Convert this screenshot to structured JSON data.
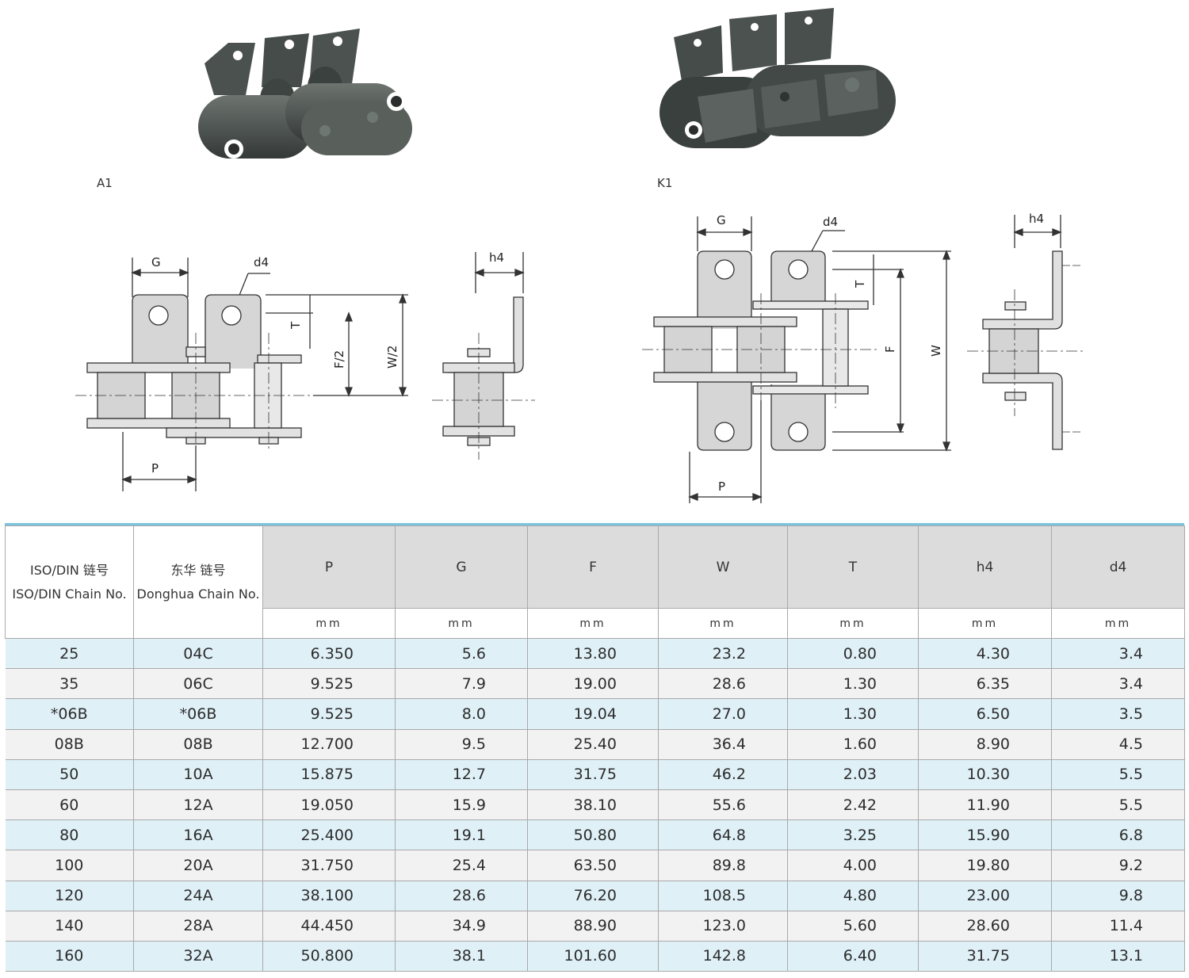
{
  "figures": {
    "a1_label": "A1",
    "k1_label": "K1",
    "a1_front_dims": {
      "g": "G",
      "d4": "d4",
      "t": "T",
      "f_half": "F/2",
      "w_half": "W/2",
      "p": "P"
    },
    "a1_side_dims": {
      "h4": "h4"
    },
    "k1_front_dims": {
      "g": "G",
      "d4": "d4",
      "t": "T",
      "f": "F",
      "w": "W",
      "p": "P"
    },
    "k1_side_dims": {
      "h4": "h4"
    }
  },
  "table": {
    "header": {
      "iso_zh": "ISO/DIN 链号",
      "iso_en": "ISO/DIN Chain No.",
      "dh_zh": "东华 链号",
      "dh_en": "Donghua Chain No.",
      "params": [
        "P",
        "G",
        "F",
        "W",
        "T",
        "h4",
        "d4"
      ],
      "unit": "mm"
    },
    "rows": [
      [
        "25",
        "04C",
        "6.350",
        "5.6",
        "13.80",
        "23.2",
        "0.80",
        "4.30",
        "3.4"
      ],
      [
        "35",
        "06C",
        "9.525",
        "7.9",
        "19.00",
        "28.6",
        "1.30",
        "6.35",
        "3.4"
      ],
      [
        "*06B",
        "*06B",
        "9.525",
        "8.0",
        "19.04",
        "27.0",
        "1.30",
        "6.50",
        "3.5"
      ],
      [
        "08B",
        "08B",
        "12.700",
        "9.5",
        "25.40",
        "36.4",
        "1.60",
        "8.90",
        "4.5"
      ],
      [
        "50",
        "10A",
        "15.875",
        "12.7",
        "31.75",
        "46.2",
        "2.03",
        "10.30",
        "5.5"
      ],
      [
        "60",
        "12A",
        "19.050",
        "15.9",
        "38.10",
        "55.6",
        "2.42",
        "11.90",
        "5.5"
      ],
      [
        "80",
        "16A",
        "25.400",
        "19.1",
        "50.80",
        "64.8",
        "3.25",
        "15.90",
        "6.8"
      ],
      [
        "100",
        "20A",
        "31.750",
        "25.4",
        "63.50",
        "89.8",
        "4.00",
        "19.80",
        "9.2"
      ],
      [
        "120",
        "24A",
        "38.100",
        "28.6",
        "76.20",
        "108.5",
        "4.80",
        "23.00",
        "9.8"
      ],
      [
        "140",
        "28A",
        "44.450",
        "34.9",
        "88.90",
        "123.0",
        "5.60",
        "28.60",
        "11.4"
      ],
      [
        "160",
        "32A",
        "50.800",
        "38.1",
        "101.60",
        "142.8",
        "6.40",
        "31.75",
        "13.1"
      ]
    ]
  }
}
